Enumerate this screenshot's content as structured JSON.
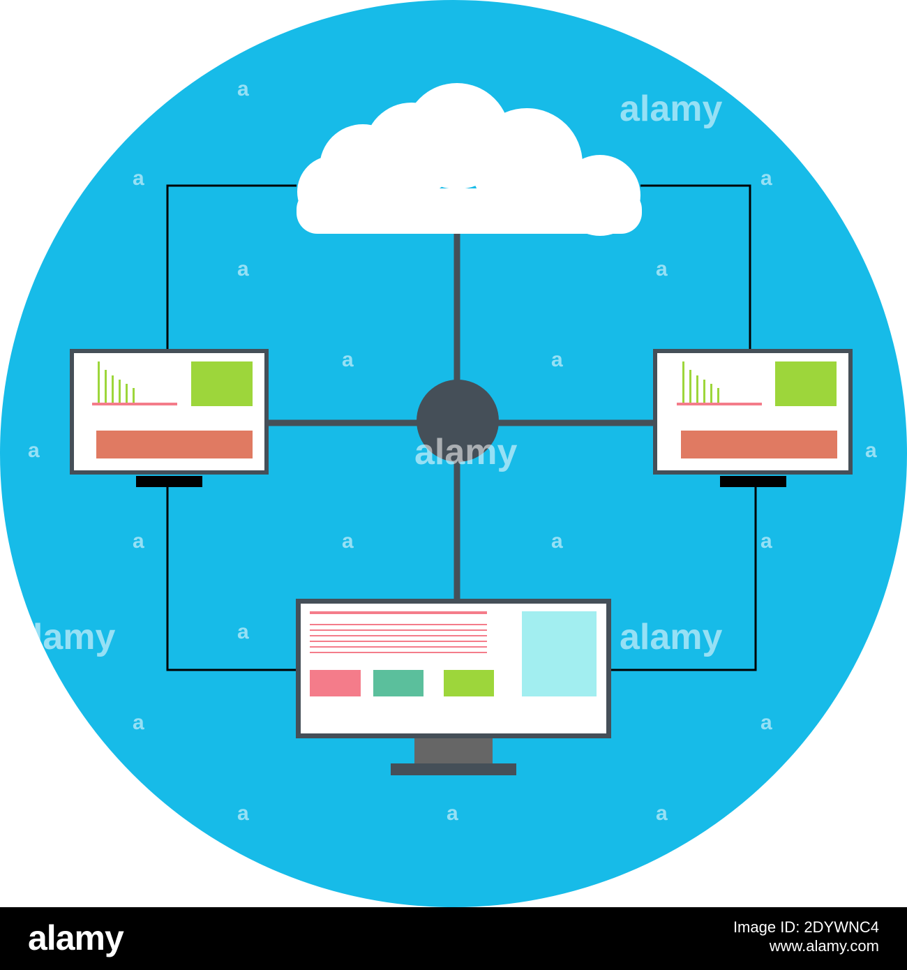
{
  "colors": {
    "circle_bg": "#17bbe8",
    "cloud": "#ffffff",
    "hub": "#454f58",
    "trunk_line": "#454f58",
    "wire": "#000000",
    "monitor_frame": "#454f58",
    "screen": "#ffffff",
    "green_block": "#9dd63b",
    "orange_bar": "#e07a62",
    "pink": "#f47c8a",
    "teal": "#5bbf9c",
    "light_cyan": "#a2eef0",
    "stand": "#666666",
    "footer_bg": "#000000",
    "footer_text": "#ffffff"
  },
  "icons": [
    "cloud-icon",
    "hub-node-icon",
    "monitor-icon"
  ],
  "watermark": {
    "brand": "alamy",
    "mark": "a"
  },
  "footer": {
    "logo": "alamy",
    "image_id": "Image ID: 2DYWNC4",
    "site": "www.alamy.com"
  }
}
